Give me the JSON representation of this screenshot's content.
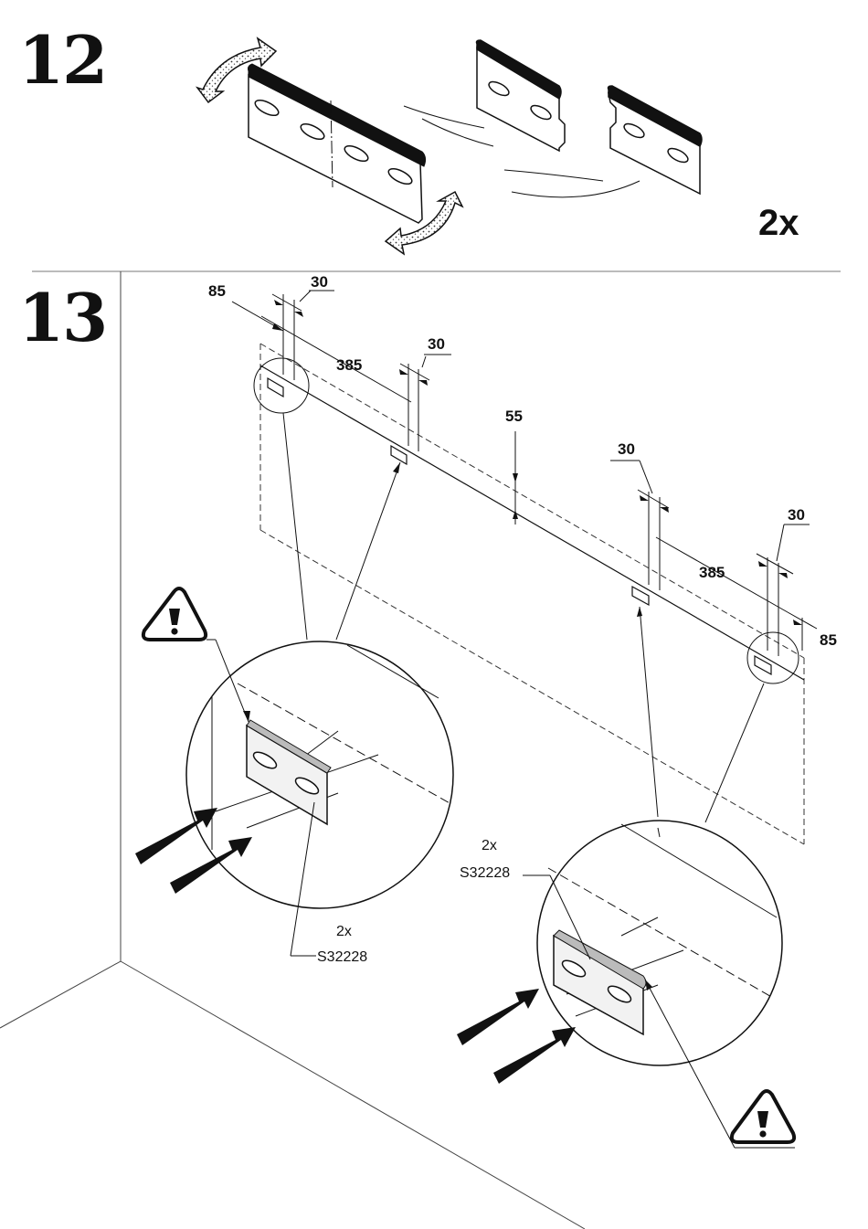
{
  "step12": {
    "number": "12",
    "quantity": "2x"
  },
  "step13": {
    "number": "13",
    "dimensions": {
      "left_edge": "85",
      "left_bracket_width": "30",
      "left_spacing": "385",
      "second_bracket_width": "30",
      "vertical_offset": "55",
      "third_bracket_width": "30",
      "right_spacing": "385",
      "right_bracket_width": "30",
      "right_edge": "85"
    },
    "callout_left": {
      "quantity": "2x",
      "part_code": "S32228"
    },
    "callout_right": {
      "quantity": "2x",
      "part_code": "S32228"
    },
    "icons": [
      "warning-icon",
      "warning-icon"
    ]
  }
}
